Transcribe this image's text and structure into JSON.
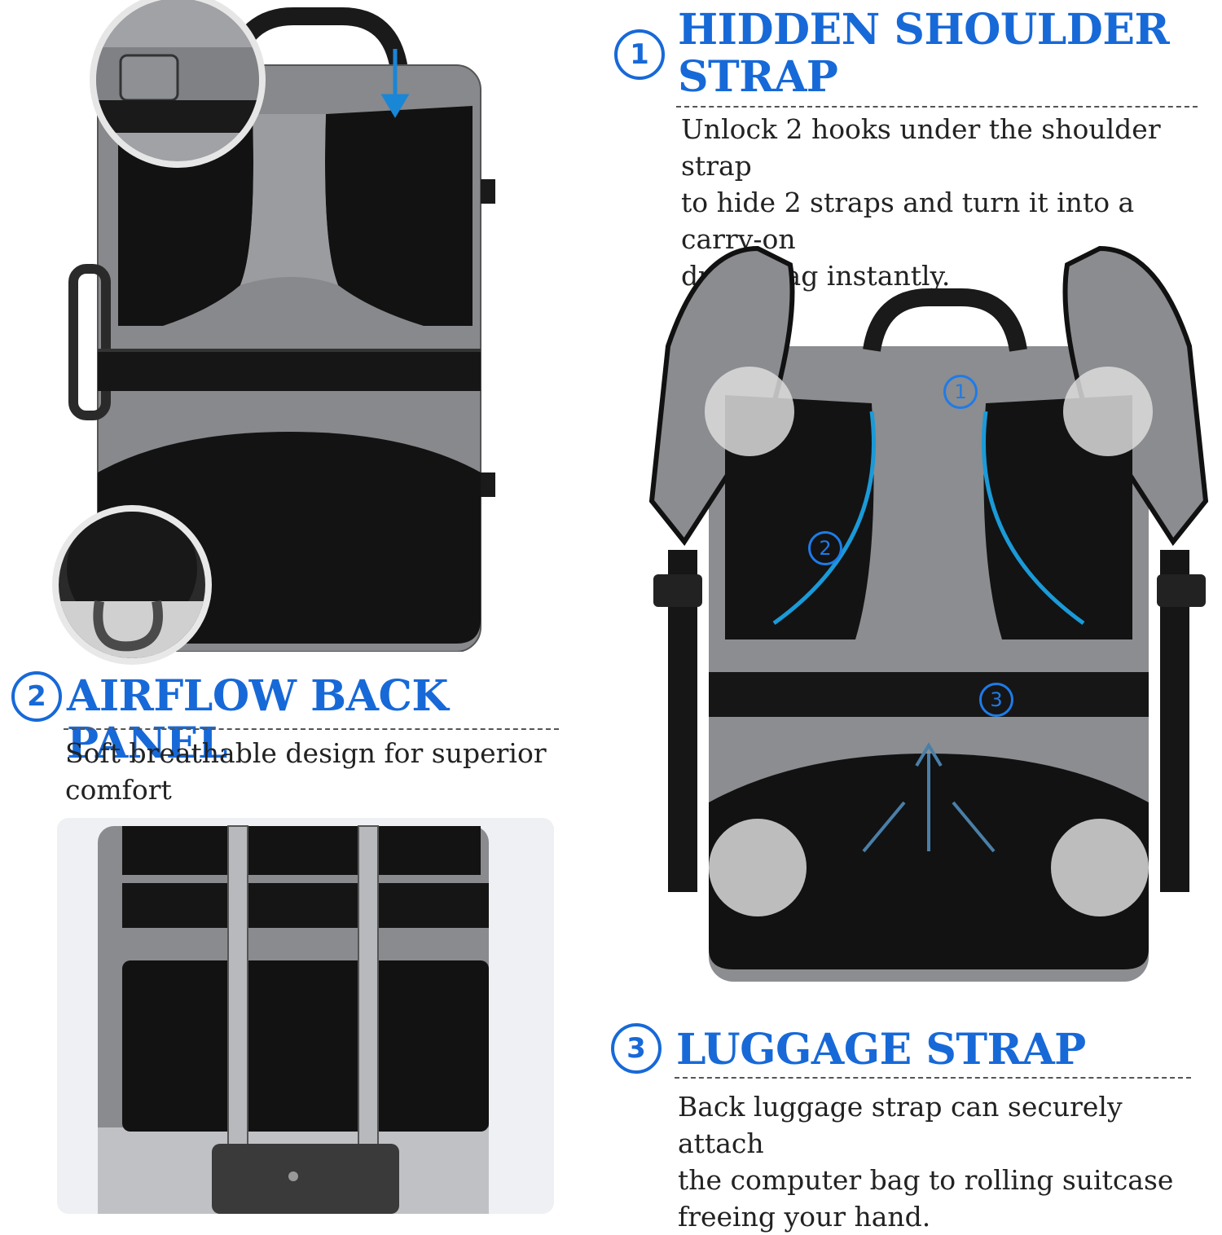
{
  "features": [
    {
      "number": "1",
      "title": "HIDDEN SHOULDER STRAP",
      "title_lines": [
        "HIDDEN SHOULDER",
        "STRAP"
      ],
      "description_lines": [
        "Unlock 2 hooks under the shoulder strap",
        "to hide 2 straps and turn it into a carry-on",
        "duffel bag instantly."
      ]
    },
    {
      "number": "2",
      "title": "AIRFLOW BACK PANEL",
      "title_lines": [
        "AIRFLOW BACK PANEL"
      ],
      "description_lines": [
        "Soft breathable design for superior",
        "comfort"
      ]
    },
    {
      "number": "3",
      "title": "LUGGAGE STRAP",
      "title_lines": [
        "LUGGAGE STRAP"
      ],
      "description_lines": [
        "Back luggage strap can securely attach",
        "the computer bag to rolling suitcase",
        "freeing your hand."
      ]
    }
  ],
  "callouts": [
    "1",
    "2",
    "3"
  ],
  "colors": {
    "accent": "#1769d8",
    "bag_gray": "#8a8c8f",
    "mesh_black": "#141414"
  }
}
